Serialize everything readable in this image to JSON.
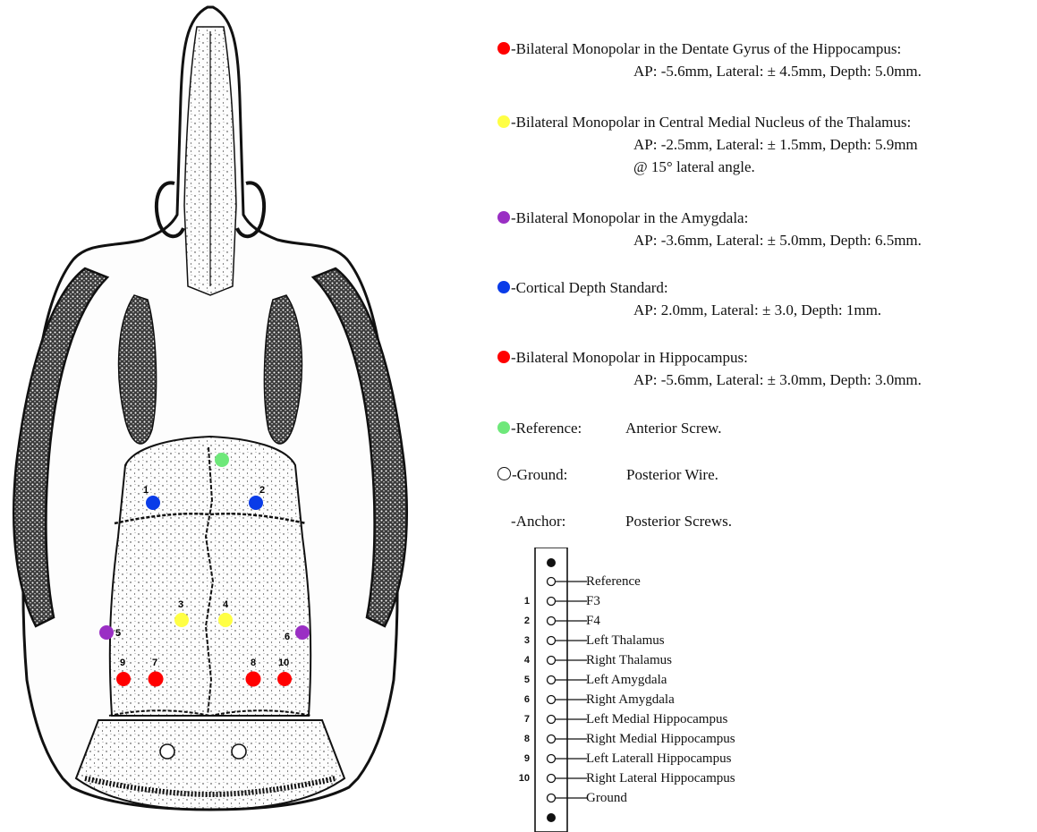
{
  "colors": {
    "red": "#ff0000",
    "yellow": "#ffff44",
    "purple": "#9a2fc4",
    "blue": "#0a3ce8",
    "green": "#6ee87a",
    "ink": "#111111"
  },
  "legend": [
    {
      "dot": "red",
      "title": "-Bilateral Monopolar in the Dentate Gyrus of the Hippocampus:",
      "details": [
        "AP: -5.6mm, Lateral: ± 4.5mm, Depth: 5.0mm."
      ]
    },
    {
      "dot": "yellow",
      "title": "-Bilateral Monopolar in Central Medial Nucleus of the Thalamus:",
      "details": [
        "AP: -2.5mm, Lateral: ± 1.5mm, Depth: 5.9mm",
        "@ 15° lateral angle."
      ]
    },
    {
      "dot": "purple",
      "title": "-Bilateral Monopolar in the Amygdala:",
      "details": [
        "AP: -3.6mm, Lateral: ± 5.0mm, Depth: 6.5mm."
      ]
    },
    {
      "dot": "blue",
      "title": "-Cortical Depth Standard:",
      "details": [
        "AP:  2.0mm, Lateral: ± 3.0, Depth: 1mm."
      ]
    },
    {
      "dot": "red",
      "title": "-Bilateral Monopolar in Hippocampus:",
      "details": [
        "AP: -5.6mm, Lateral: ± 3.0mm, Depth: 3.0mm."
      ]
    }
  ],
  "pairs": [
    {
      "dot": "green",
      "label": "-Reference:",
      "value": "Anterior Screw."
    },
    {
      "dot": "hollow",
      "label": "-Ground:",
      "value": "Posterior Wire."
    },
    {
      "dot": "none",
      "label": "-Anchor:",
      "value": "Posterior Screws."
    }
  ],
  "skull_markers": [
    {
      "num": "",
      "color": "green"
    },
    {
      "num": "1",
      "color": "blue"
    },
    {
      "num": "2",
      "color": "blue"
    },
    {
      "num": "3",
      "color": "yellow"
    },
    {
      "num": "4",
      "color": "yellow"
    },
    {
      "num": "5",
      "color": "purple"
    },
    {
      "num": "6",
      "color": "purple"
    },
    {
      "num": "7",
      "color": "red"
    },
    {
      "num": "8",
      "color": "red"
    },
    {
      "num": "9",
      "color": "red"
    },
    {
      "num": "10",
      "color": "red"
    },
    {
      "num": "",
      "color": "hollow"
    },
    {
      "num": "",
      "color": "hollow"
    }
  ],
  "connector": {
    "pins": [
      {
        "num": "",
        "label": "Reference"
      },
      {
        "num": "1",
        "label": "F3"
      },
      {
        "num": "2",
        "label": "F4"
      },
      {
        "num": "3",
        "label": "Left Thalamus"
      },
      {
        "num": "4",
        "label": "Right Thalamus"
      },
      {
        "num": "5",
        "label": "Left Amygdala"
      },
      {
        "num": "6",
        "label": "Right Amygdala"
      },
      {
        "num": "7",
        "label": "Left Medial Hippocampus"
      },
      {
        "num": "8",
        "label": "Right Medial Hippocampus"
      },
      {
        "num": "9",
        "label": "Left Laterall Hippocampus"
      },
      {
        "num": "10",
        "label": "Right Lateral Hippocampus"
      },
      {
        "num": "",
        "label": "Ground"
      }
    ]
  }
}
